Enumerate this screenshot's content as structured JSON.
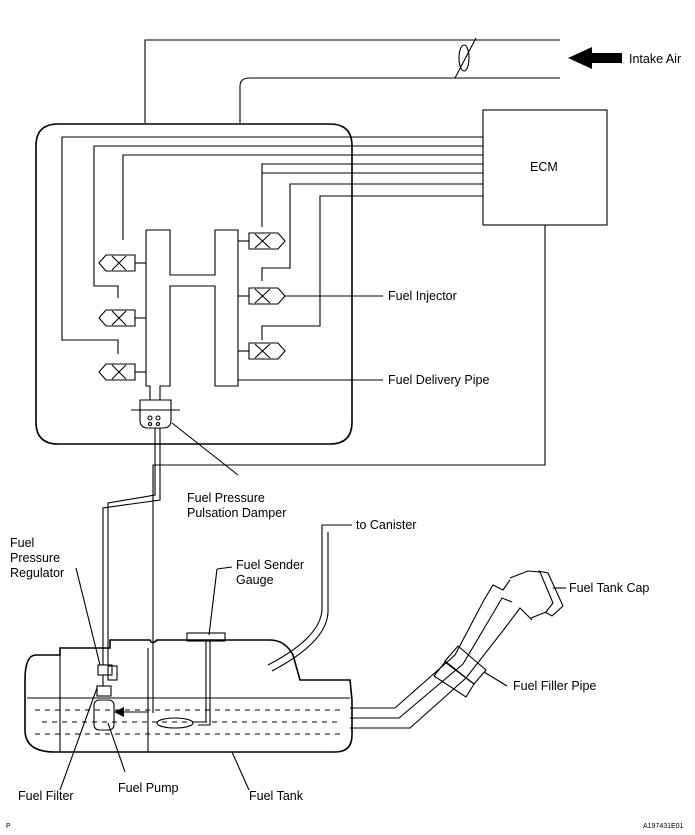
{
  "labels": {
    "intake_air": "Intake Air",
    "ecm": "ECM",
    "fuel_injector": "Fuel Injector",
    "fuel_delivery_pipe": "Fuel Delivery Pipe",
    "damper_line1": "Fuel Pressure",
    "damper_line2": "Pulsation Damper",
    "regulator_line1": "Fuel",
    "regulator_line2": "Pressure",
    "regulator_line3": "Regulator",
    "to_canister": "to Canister",
    "sender_line1": "Fuel Sender",
    "sender_line2": "Gauge",
    "fuel_tank_cap": "Fuel Tank Cap",
    "fuel_filler_pipe": "Fuel Filler Pipe",
    "fuel_filter": "Fuel Filter",
    "fuel_pump": "Fuel Pump",
    "fuel_tank": "Fuel Tank",
    "page_letter": "P",
    "figure_code": "A197431E01"
  }
}
